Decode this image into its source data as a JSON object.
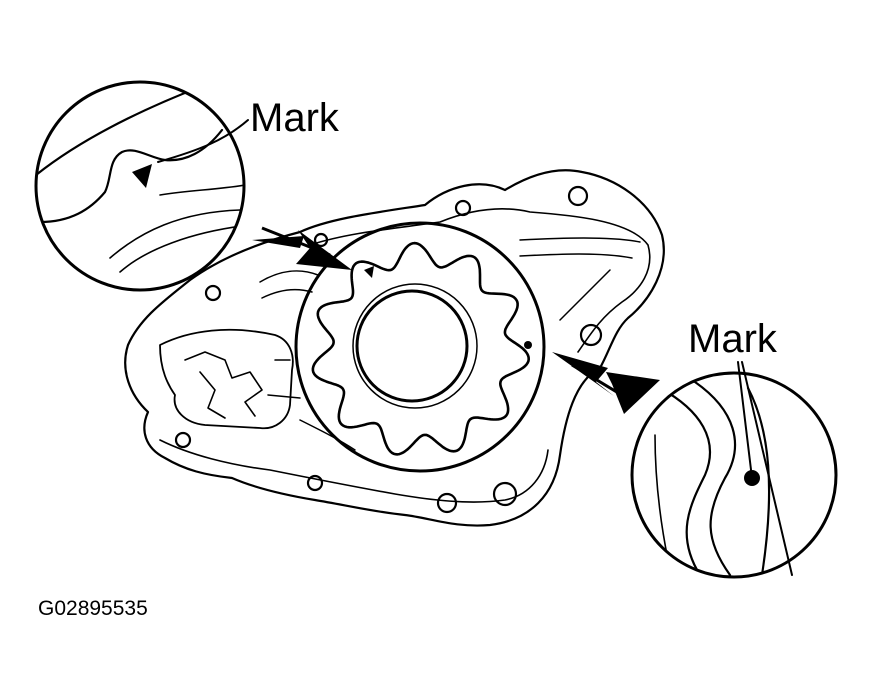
{
  "labels": {
    "mark_top": "Mark",
    "mark_right": "Mark"
  },
  "figure_code": "G02895535",
  "colors": {
    "line": "#000000",
    "background": "#ffffff"
  }
}
